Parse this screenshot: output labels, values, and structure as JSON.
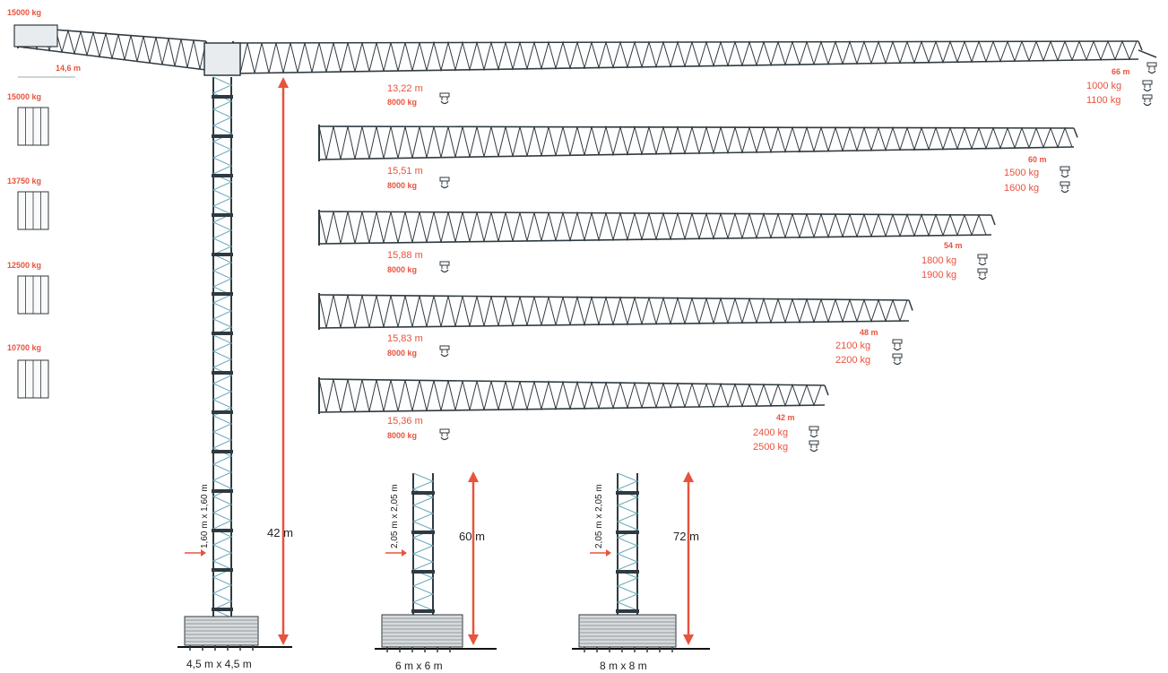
{
  "counterweights": [
    {
      "label": "15000 kg"
    },
    {
      "label": "15000 kg"
    },
    {
      "label": "13750 kg"
    },
    {
      "label": "12500 kg"
    },
    {
      "label": "10700 kg"
    }
  ],
  "counter_jib": {
    "length_label": "14,6 m"
  },
  "jibs": [
    {
      "length": "66 m",
      "root_dist": "13,22 m",
      "root_load": "8000 kg",
      "tip_load_1": "1000 kg",
      "tip_load_2": "1100 kg"
    },
    {
      "length": "60 m",
      "root_dist": "15,51 m",
      "root_load": "8000 kg",
      "tip_load_1": "1500 kg",
      "tip_load_2": "1600 kg"
    },
    {
      "length": "54 m",
      "root_dist": "15,88 m",
      "root_load": "8000 kg",
      "tip_load_1": "1800 kg",
      "tip_load_2": "1900 kg"
    },
    {
      "length": "48 m",
      "root_dist": "15,83 m",
      "root_load": "8000 kg",
      "tip_load_1": "2100 kg",
      "tip_load_2": "2200 kg"
    },
    {
      "length": "42 m",
      "root_dist": "15,36 m",
      "root_load": "8000 kg",
      "tip_load_1": "2400 kg",
      "tip_load_2": "2500 kg"
    }
  ],
  "towers": [
    {
      "height": "42 m",
      "section": "1,60 m x 1,60 m",
      "base": "4,5 m x 4,5 m"
    },
    {
      "height": "60 m",
      "section": "2,05 m x 2,05 m",
      "base": "6 m x 6 m"
    },
    {
      "height": "72 m",
      "section": "2,05 m x 2,05 m",
      "base": "8 m x 8 m"
    }
  ],
  "colors": {
    "accent": "#e8533d",
    "structure": "#2f3a40",
    "lattice": "#6aa8b8"
  }
}
